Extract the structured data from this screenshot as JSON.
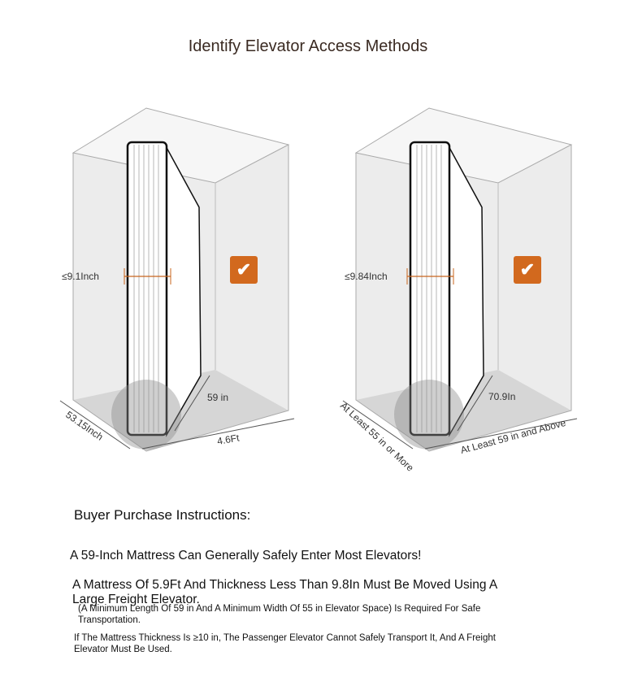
{
  "title": "Identify Elevator Access Methods",
  "diagrams": [
    {
      "thickness": "≤9.1Inch",
      "height": "59 in",
      "depth": "53.15Inch",
      "width": "4.6Ft",
      "icon": "check-icon"
    },
    {
      "thickness": "≤9.84Inch",
      "height": "70.9In",
      "depth": "At Least 55 in or More",
      "width": "At Least 59 in and Above",
      "icon": "check-icon"
    }
  ],
  "instructions": {
    "heading": "Buyer Purchase Instructions:",
    "line1": "A 59-Inch Mattress Can Generally Safely Enter Most Elevators!",
    "line2": "A Mattress Of 5.9Ft And Thickness Less Than 9.8In Must Be Moved Using A Large Freight Elevator.",
    "line3": "(A Minimum Length Of 59 in And A Minimum Width Of 55 in Elevator Space) Is Required For Safe Transportation.",
    "line4": "If The Mattress Thickness Is ≥10 in, The Passenger Elevator Cannot Safely Transport It, And A Freight Elevator Must Be Used."
  },
  "colors": {
    "accent": "#d2691e",
    "title": "#3a2a22"
  }
}
